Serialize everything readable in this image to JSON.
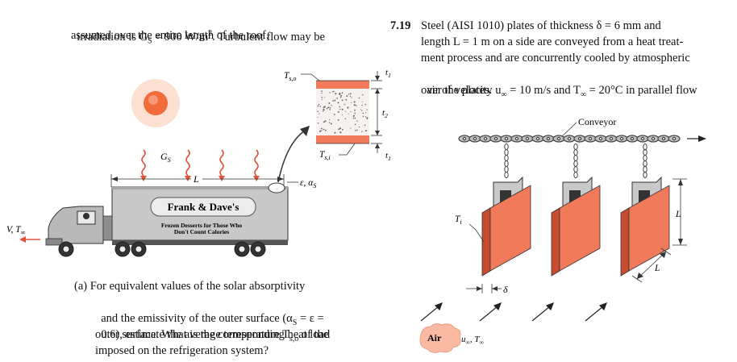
{
  "left_text": {
    "line1": "irradiation is G",
    "line1_sub": "S",
    "line1_rest": " = 900 W/m",
    "line1_sup": "2",
    "line1_end": ". Turbulent flow may be",
    "line2": "assumed over the entire length of the roof."
  },
  "question_a": {
    "lines": [
      "(a) For equivalent values of the solar absorptivity",
      "and the emissivity of the outer surface (α",
      "0.6), estimate the average temperature T",
      "outer surface. What is the corresponding heat load",
      "imposed on the refrigeration system?"
    ],
    "line2_sub": "S",
    "line2_end": " = ε =",
    "line3_sub": "s,o",
    "line3_end": " of the"
  },
  "problem_719": {
    "number": "7.19",
    "lines": [
      "Steel (AISI 1010) plates of thickness δ = 6 mm and",
      "length L = 1 m on a side are conveyed from a heat treat-",
      "ment process and are concurrently cooled by atmospheric",
      "air of velocity u",
      "over the plates."
    ],
    "line4_sub": "∞",
    "line4_mid": " = 10 m/s and T",
    "line4_sub2": "∞",
    "line4_end": " = 20°C in parallel flow"
  },
  "truck_figure": {
    "company": "Frank & Dave's",
    "slogan1": "Frozen Desserts for Those Who",
    "slogan2": "Don't Count Calories",
    "gs_label": "G",
    "gs_sub": "S",
    "length_label": "L",
    "velocity_label": "V, T",
    "velocity_sub": "∞",
    "emis_label": "ε, α",
    "emis_sub": "S",
    "tso_label": "T",
    "tso_sub": "s,o",
    "tsi_label": "T",
    "tsi_sub": "s,i",
    "t1_label": "t",
    "t1_sub": "1",
    "t2_label": "t",
    "t2_sub": "2",
    "t1b_label": "t",
    "t1b_sub": "1"
  },
  "conveyor_figure": {
    "conveyor_label": "Conveyor",
    "ti_label": "T",
    "ti_sub": "i",
    "l_label": "L",
    "l2_label": "L",
    "delta_label": "δ",
    "air_label": "Air",
    "flow_label": "u",
    "flow_sub": "∞",
    "flow_mid": ", T",
    "flow_sub2": "∞"
  },
  "colors": {
    "plate": "#f07a5a",
    "plate_side": "#c84d30",
    "sun_outer": "#fce0d2",
    "sun_inner": "#f26b3a",
    "roof_layer": "#f07a5a",
    "insulation_bg": "#f7f2f0",
    "air_blob": "#f9b9a2",
    "trailer": "#c8c8c8",
    "cab": "#b9b9b9",
    "wave": "#e0533a",
    "velocity_arrow": "#e0533a"
  }
}
